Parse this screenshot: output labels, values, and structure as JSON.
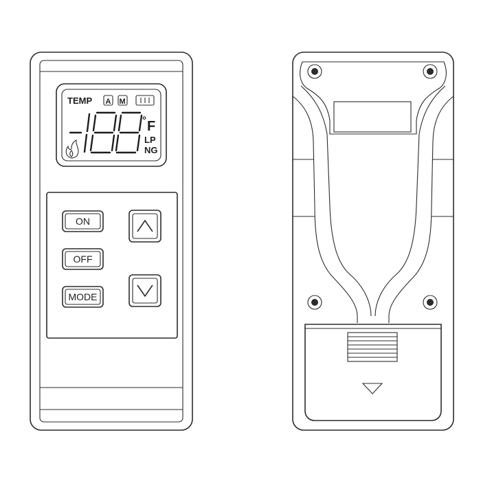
{
  "remote_front": {
    "lcd": {
      "temp_label": "TEMP",
      "indicator_a": "A",
      "indicator_m": "M",
      "digits": "-188",
      "unit_degree": "°",
      "unit_scale": "F",
      "fuel_lp": "LP",
      "fuel_ng": "NG",
      "flame_icon": "flame-icon",
      "battery_icon": "battery-icon"
    },
    "buttons": {
      "on": "ON",
      "off": "OFF",
      "mode": "MODE",
      "up_icon": "chevron-up-icon",
      "down_icon": "chevron-down-icon"
    }
  },
  "remote_back": {
    "screw_icon": "screw-icon",
    "battery_cover_arrow": "triangle-down-icon"
  }
}
